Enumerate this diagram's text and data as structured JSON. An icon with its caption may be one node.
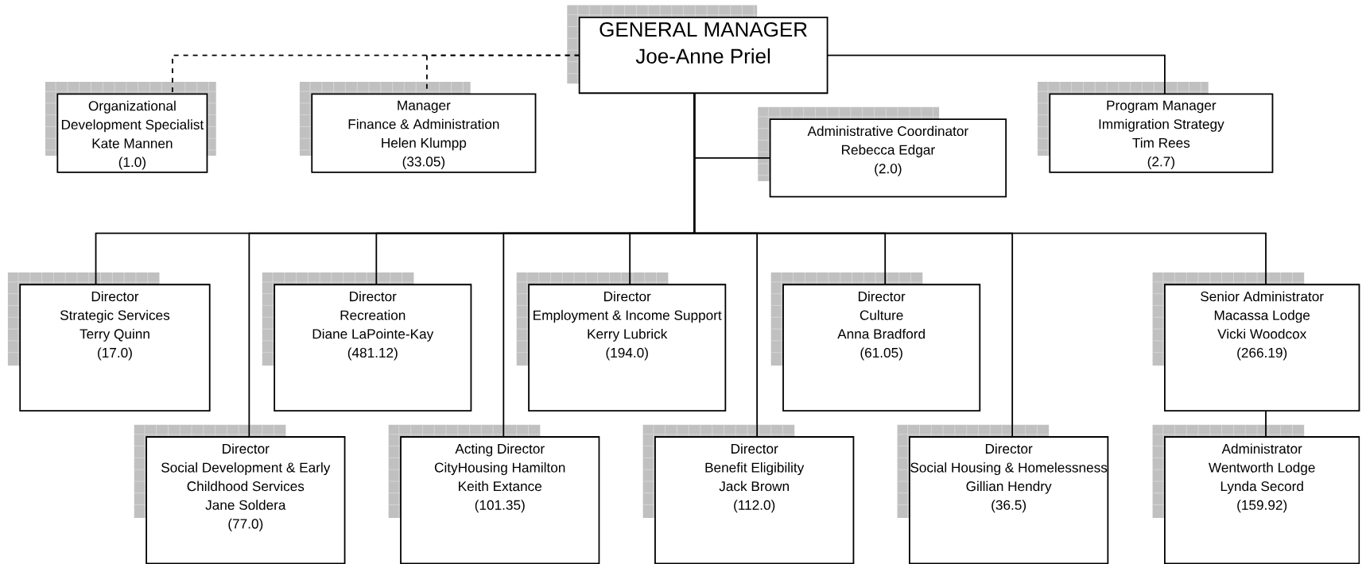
{
  "diagram": {
    "nodes": [
      {
        "text": [
          "GENERAL MANAGER",
          "Joe-Anne Priel"
        ]
      },
      {
        "text": [
          "Organizational Development Specialist",
          "Kate Mannen",
          "(1.0)"
        ]
      },
      {
        "text": [
          "Manager",
          "Finance & Administration",
          "Helen Klumpp",
          "(33.05)"
        ]
      },
      {
        "text": [
          "Administrative Coordinator",
          "Rebecca Edgar",
          "(2.0)"
        ]
      },
      {
        "text": [
          "Program Manager",
          "Immigration Strategy",
          "Tim Rees",
          "(2.7)"
        ]
      },
      {
        "text": [
          "Director",
          "Strategic Services",
          "Terry Quinn",
          "(17.0)"
        ]
      },
      {
        "text": [
          "Director",
          "Recreation",
          "Diane LaPointe-Kay",
          "(481.12)"
        ]
      },
      {
        "text": [
          "Director",
          "Employment & Income Support",
          "Kerry Lubrick",
          "(194.0)"
        ]
      },
      {
        "text": [
          "Director",
          "Culture",
          "Anna Bradford",
          "(61.05)"
        ]
      },
      {
        "text": [
          "Senior Administrator",
          "Macassa Lodge",
          "Vicki Woodcox",
          "(266.19)"
        ]
      },
      {
        "text": [
          "Director",
          "Social Development & Early Childhood Services",
          "Jane Soldera",
          "(77.0)"
        ]
      },
      {
        "text": [
          "Acting Director",
          "CityHousing Hamilton",
          "Keith Extance",
          "(101.35)"
        ]
      },
      {
        "text": [
          "Director",
          "Benefit Eligibility",
          "Jack Brown",
          "(112.0)"
        ]
      },
      {
        "text": [
          "Director",
          "Social Housing & Homelessness",
          "Gillian Hendry",
          "(36.5)"
        ]
      },
      {
        "text": [
          "Administrator",
          "Wentworth Lodge",
          "Lynda Secord",
          "(159.92)"
        ]
      }
    ],
    "edges": [
      {
        "from": 0,
        "to": 1,
        "arrow": "none",
        "style": "dashed"
      },
      {
        "from": 0,
        "to": 2,
        "arrow": "none",
        "style": "dashed"
      },
      {
        "from": 0,
        "to": 3,
        "arrow": "none"
      },
      {
        "from": 0,
        "to": 4,
        "arrow": "none"
      },
      {
        "from": 0,
        "to": 5,
        "arrow": "none"
      },
      {
        "from": 0,
        "to": 6,
        "arrow": "none"
      },
      {
        "from": 0,
        "to": 7,
        "arrow": "none"
      },
      {
        "from": 0,
        "to": 8,
        "arrow": "none"
      },
      {
        "from": 0,
        "to": 9,
        "arrow": "none"
      },
      {
        "from": 0,
        "to": 10,
        "arrow": "none"
      },
      {
        "from": 0,
        "to": 11,
        "arrow": "none"
      },
      {
        "from": 0,
        "to": 12,
        "arrow": "none"
      },
      {
        "from": 0,
        "to": 13,
        "arrow": "none"
      },
      {
        "from": 9,
        "to": 14,
        "arrow": "none"
      }
    ]
  }
}
